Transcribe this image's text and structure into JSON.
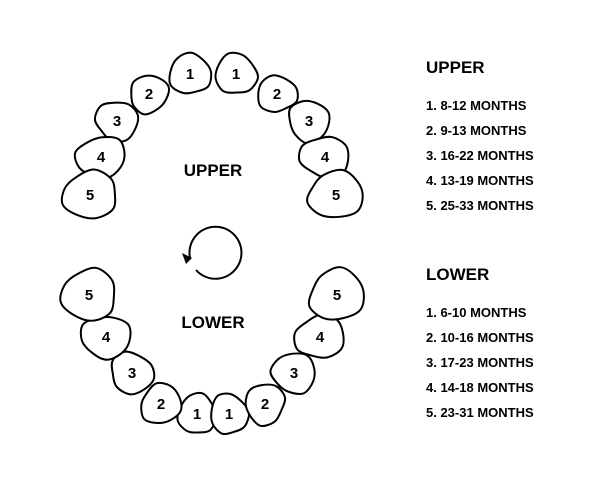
{
  "diagram": {
    "upper_label": "UPPER",
    "lower_label": "LOWER",
    "rotation_icon": "circular-arrow-icon",
    "upper_teeth": [
      {
        "side": "left",
        "number": "1"
      },
      {
        "side": "left",
        "number": "2"
      },
      {
        "side": "left",
        "number": "3"
      },
      {
        "side": "left",
        "number": "4"
      },
      {
        "side": "left",
        "number": "5"
      },
      {
        "side": "right",
        "number": "1"
      },
      {
        "side": "right",
        "number": "2"
      },
      {
        "side": "right",
        "number": "3"
      },
      {
        "side": "right",
        "number": "4"
      },
      {
        "side": "right",
        "number": "5"
      }
    ],
    "lower_teeth": [
      {
        "side": "left",
        "number": "1"
      },
      {
        "side": "left",
        "number": "2"
      },
      {
        "side": "left",
        "number": "3"
      },
      {
        "side": "left",
        "number": "4"
      },
      {
        "side": "left",
        "number": "5"
      },
      {
        "side": "right",
        "number": "1"
      },
      {
        "side": "right",
        "number": "2"
      },
      {
        "side": "right",
        "number": "3"
      },
      {
        "side": "right",
        "number": "4"
      },
      {
        "side": "right",
        "number": "5"
      }
    ]
  },
  "legend": {
    "upper": {
      "title": "UPPER",
      "items": [
        "1. 8-12 MONTHS",
        "2. 9-13 MONTHS",
        "3. 16-22 MONTHS",
        "4. 13-19 MONTHS",
        "5. 25-33 MONTHS"
      ]
    },
    "lower": {
      "title": "LOWER",
      "items": [
        "1. 6-10 MONTHS",
        "2. 10-16 MONTHS",
        "3. 17-23 MONTHS",
        "4. 14-18 MONTHS",
        "5. 23-31 MONTHS"
      ]
    }
  }
}
